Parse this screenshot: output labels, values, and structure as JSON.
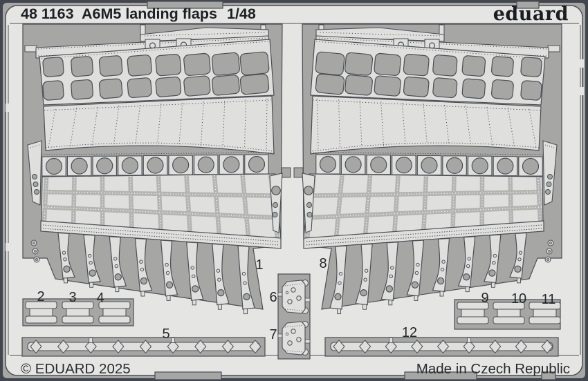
{
  "header": {
    "catalog": "48 1163",
    "title": "A6M5 landing flaps",
    "scale": "1/48",
    "brand": "eduard"
  },
  "footer": {
    "copyright": "© EDUARD 2025",
    "made_in": "Made in Czech Republic"
  },
  "parts": {
    "labels": [
      "1",
      "2",
      "3",
      "4",
      "5",
      "6",
      "7",
      "8",
      "9",
      "10",
      "11",
      "12"
    ]
  },
  "fret": {
    "assemblies": 2,
    "ribs_per_assembly": 8,
    "circle_plates_per_assembly": 9,
    "lattice_columns": 8,
    "lattice_rows": 2,
    "grid_columns": 9,
    "grid_rows": 3,
    "strip_nodes": 9,
    "small_bracket_units": 3
  },
  "colors": {
    "border": "#42464e",
    "background": "#a6a6a4",
    "sheet": "#e5e5e3",
    "part_fill": "#dfdfdd",
    "strip_fill": "#b4b4b2",
    "outline": "#4b4e54",
    "rivet_light": "#f2f2f0",
    "text": "#1e2025"
  }
}
